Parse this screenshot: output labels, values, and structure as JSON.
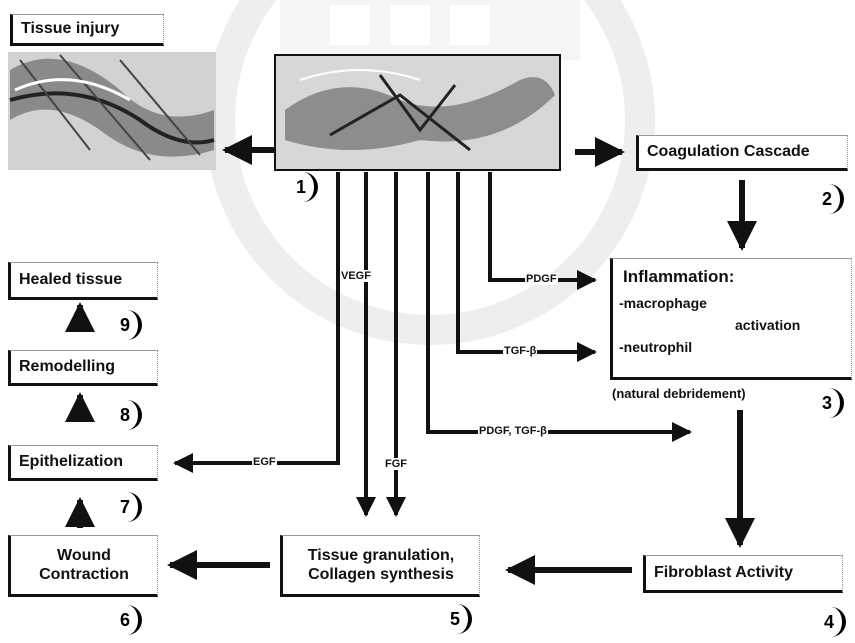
{
  "nodes": {
    "tissue_injury": "Tissue injury",
    "coagulation": "Coagulation Cascade",
    "inflammation_title": "Inflammation:",
    "macrophage": "-macrophage",
    "neutrophil": "-neutrophil",
    "activation": "activation",
    "debridement": "(natural debridement)",
    "fibroblast": "Fibroblast Activity",
    "granulation_line1": "Tissue granulation,",
    "granulation_line2": "Collagen synthesis",
    "contraction_line1": "Wound",
    "contraction_line2": "Contraction",
    "epithelization": "Epithelization",
    "remodelling": "Remodelling",
    "healed": "Healed tissue"
  },
  "steps": [
    "1",
    "2",
    "3",
    "4",
    "5",
    "6",
    "7",
    "8",
    "9"
  ],
  "factors": {
    "pdgf": "PDGF",
    "tgfb": "TGF-β",
    "pdgf_tgfb": "PDGF, TGF-β",
    "vegf": "VEGF",
    "fgf": "FGF",
    "egf": "EGF"
  },
  "colors": {
    "ink": "#111111",
    "watermark": "#d8d8d8",
    "tissue_bg": "#c9c9c9"
  }
}
